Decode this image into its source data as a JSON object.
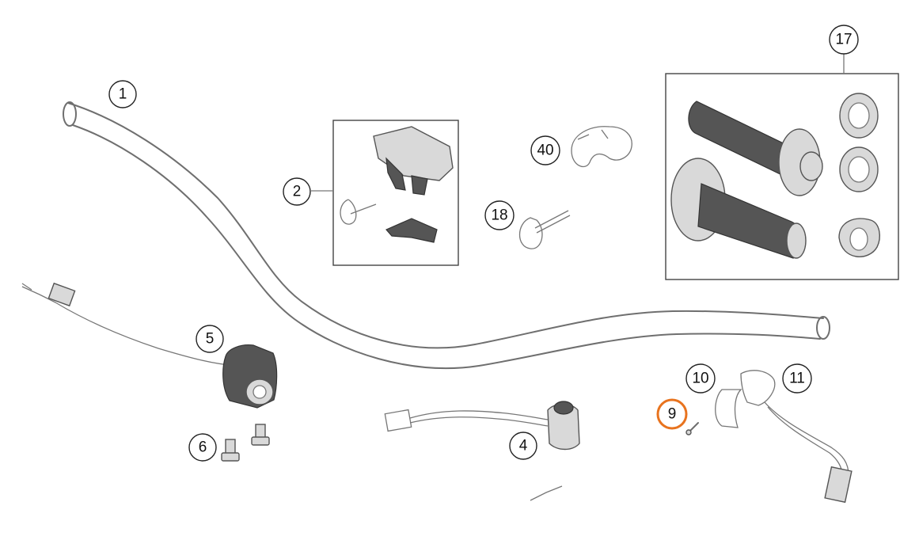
{
  "callouts": [
    {
      "id": "1",
      "label": "1",
      "highlighted": false
    },
    {
      "id": "2",
      "label": "2",
      "highlighted": false
    },
    {
      "id": "4",
      "label": "4",
      "highlighted": false
    },
    {
      "id": "5",
      "label": "5",
      "highlighted": false
    },
    {
      "id": "6",
      "label": "6",
      "highlighted": false
    },
    {
      "id": "9",
      "label": "9",
      "highlighted": true
    },
    {
      "id": "10",
      "label": "10",
      "highlighted": false
    },
    {
      "id": "11",
      "label": "11",
      "highlighted": false
    },
    {
      "id": "17",
      "label": "17",
      "highlighted": false
    },
    {
      "id": "18",
      "label": "18",
      "highlighted": false
    },
    {
      "id": "40",
      "label": "40",
      "highlighted": false
    }
  ],
  "colors": {
    "highlight": "#e8731e",
    "line": "#6f6f6f",
    "callout_stroke": "#222222"
  }
}
